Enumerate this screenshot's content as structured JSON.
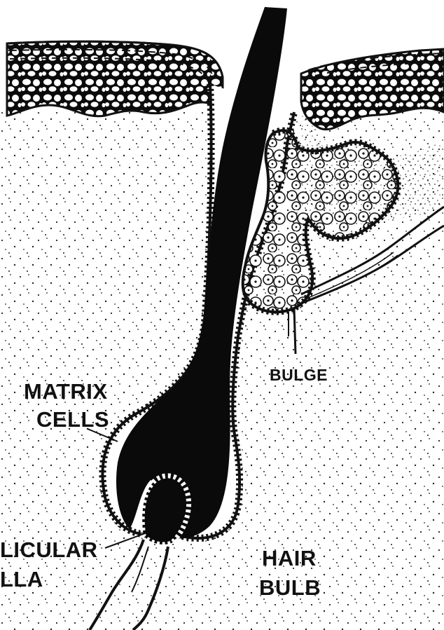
{
  "labels": {
    "matrix_cells_line1": "MATRIX",
    "matrix_cells_line2": "CELLS",
    "bulge": "BULGE",
    "follicular_papilla_line1": "LICULAR",
    "follicular_papilla_line2": "LLA",
    "hair_bulb_line1": "HAIR",
    "hair_bulb_line2": "BULB"
  },
  "colors": {
    "ink": "#111111",
    "paper": "#ffffff"
  }
}
